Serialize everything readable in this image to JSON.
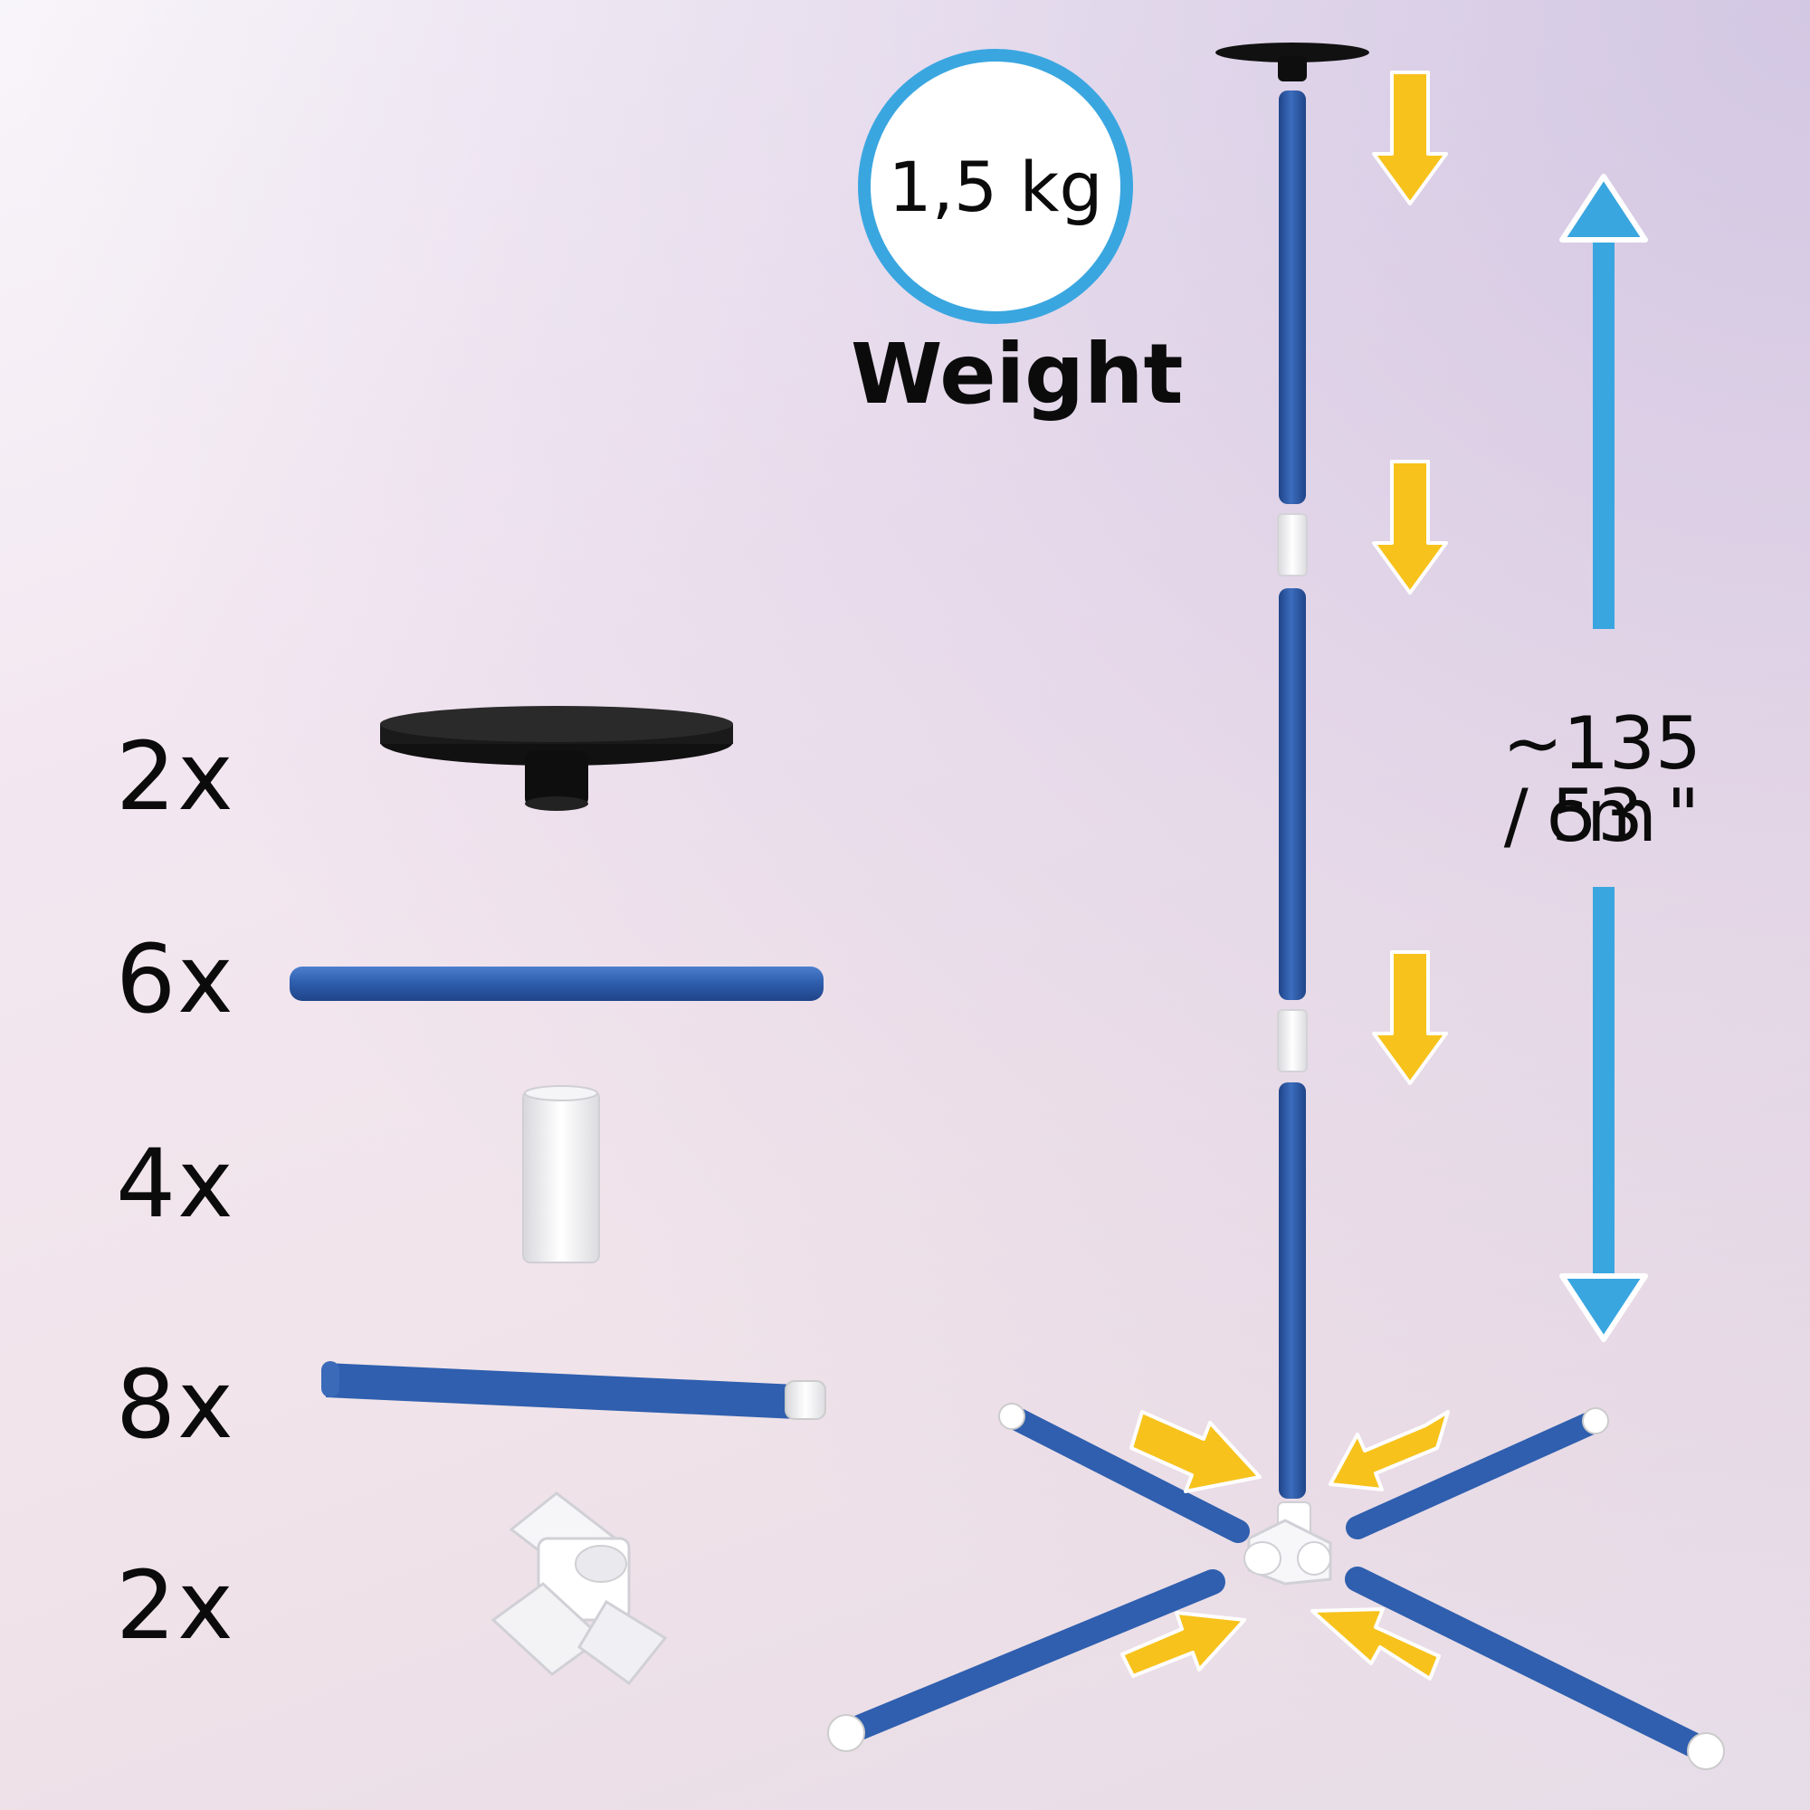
{
  "weight": {
    "value": "1,5 kg",
    "label": "Weight"
  },
  "dimension": {
    "line1": "~135 cm",
    "line2": "/ 53 \""
  },
  "parts": [
    {
      "qty": "2x",
      "icon": "base-plate-icon"
    },
    {
      "qty": "6x",
      "icon": "blue-tube-icon"
    },
    {
      "qty": "4x",
      "icon": "white-connector-icon"
    },
    {
      "qty": "8x",
      "icon": "blue-tube-with-cap-icon"
    },
    {
      "qty": "2x",
      "icon": "three-way-joint-icon"
    }
  ],
  "colors": {
    "tube": "#2f5fae",
    "arrow_yellow": "#f7c21c",
    "arrow_blue": "#3aa6e0",
    "plate": "#111111",
    "connector": "#ffffff"
  }
}
